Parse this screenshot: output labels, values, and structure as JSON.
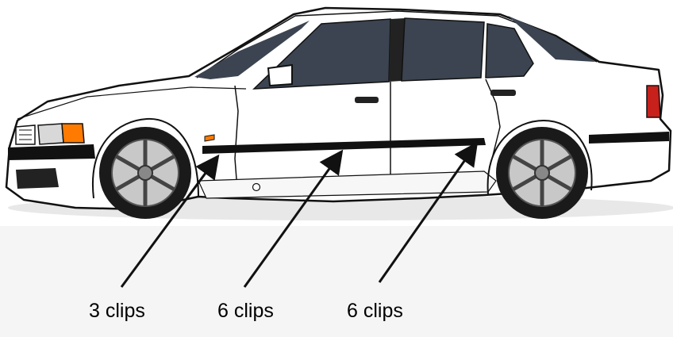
{
  "callouts": [
    {
      "id": "front-section",
      "label": "3 clips"
    },
    {
      "id": "front-door",
      "label": "6 clips"
    },
    {
      "id": "rear-door",
      "label": "6 clips"
    }
  ],
  "colors": {
    "body": "#ffffff",
    "outline": "#111111",
    "trim": "#111111",
    "glass": "#3b4450",
    "indicator": "#ff7a00",
    "taillight": "#c8201a",
    "ground": "#f5f5f5"
  }
}
